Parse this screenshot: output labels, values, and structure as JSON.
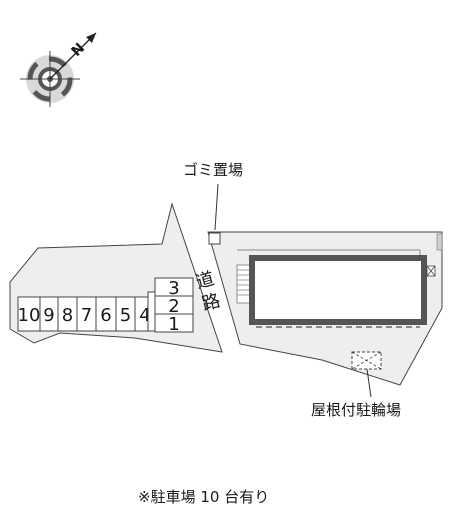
{
  "compass": {
    "north_label": "N",
    "icon": "compass-rose-icon"
  },
  "labels": {
    "garbage": "ゴミ置場",
    "road_chars": [
      "道",
      "路"
    ],
    "bike_parking": "屋根付駐輪場"
  },
  "parking": {
    "bottom_row": [
      "10",
      "9",
      "8",
      "7",
      "6",
      "5",
      "4"
    ],
    "stack": [
      "3",
      "2",
      "1"
    ]
  },
  "footnote": "※駐車場 10 台有り",
  "colors": {
    "lot": "#eeeeee",
    "outline": "#444444",
    "building": "#555555"
  }
}
